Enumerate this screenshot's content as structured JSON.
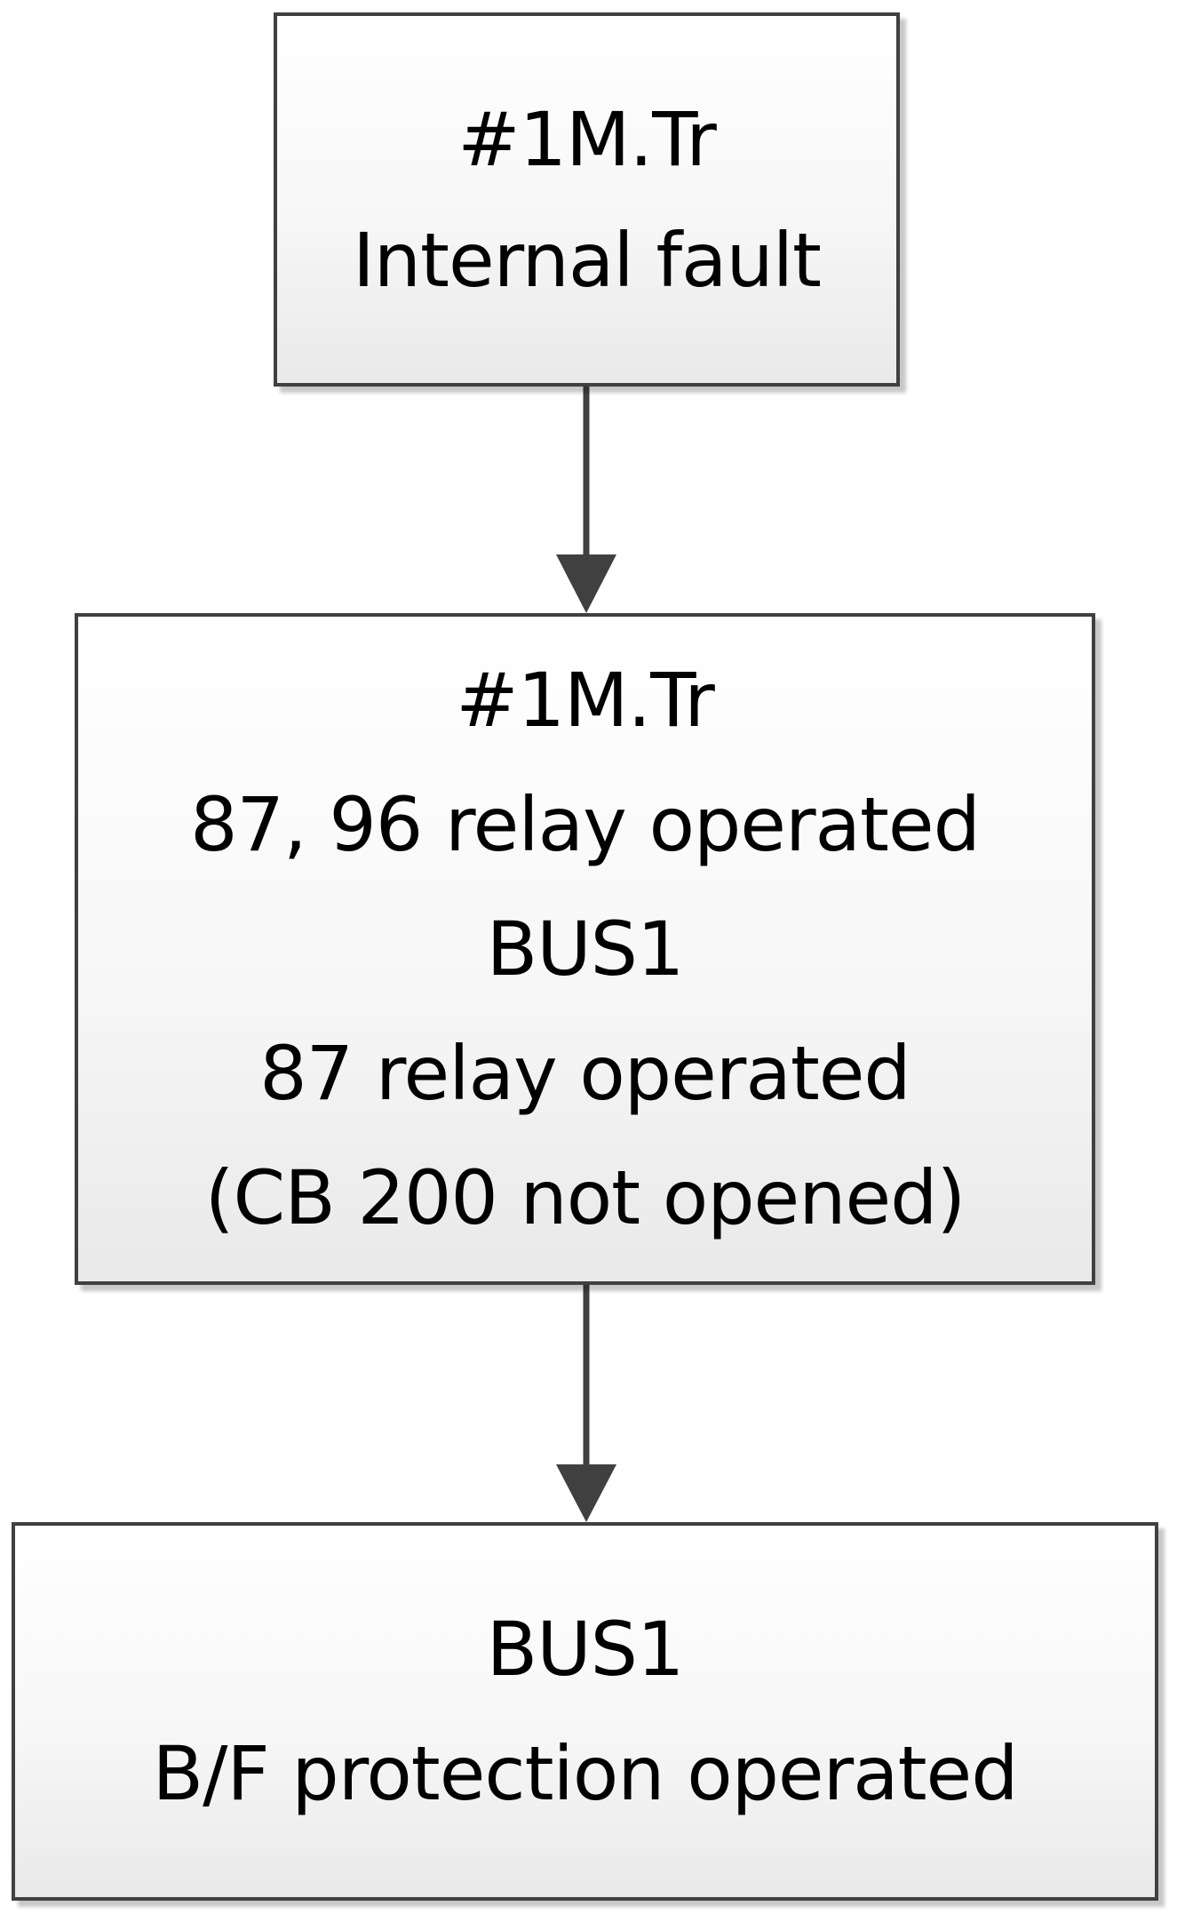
{
  "diagram": {
    "type": "flowchart",
    "nodes": [
      {
        "id": "n1",
        "lines": [
          "#1M.Tr",
          "Internal fault"
        ]
      },
      {
        "id": "n2",
        "lines": [
          "#1M.Tr",
          "87, 96 relay operated",
          "BUS1",
          "87 relay operated",
          "(CB 200 not opened)"
        ]
      },
      {
        "id": "n3",
        "lines": [
          "BUS1",
          "B/F protection operated"
        ]
      }
    ],
    "edges": [
      {
        "from": "n1",
        "to": "n2"
      },
      {
        "from": "n2",
        "to": "n3"
      }
    ],
    "colors": {
      "border": "#404040",
      "arrow": "#404040",
      "text": "#000000"
    }
  }
}
